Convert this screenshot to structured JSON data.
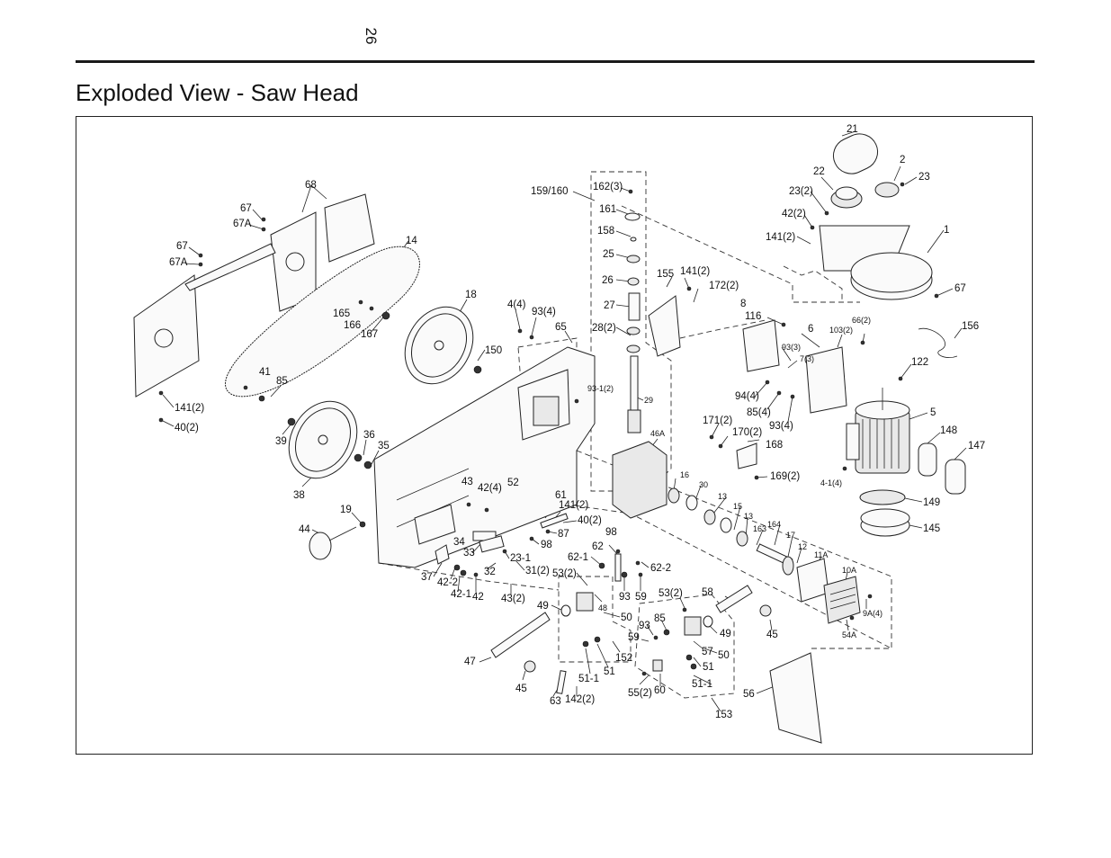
{
  "page": {
    "number": "26",
    "title": "Exploded View - Saw Head"
  },
  "callouts": [
    {
      "id": "c21",
      "text": "21"
    },
    {
      "id": "c2",
      "text": "2"
    },
    {
      "id": "c23",
      "text": "23"
    },
    {
      "id": "c22",
      "text": "22"
    },
    {
      "id": "c23_2",
      "text": "23(2)"
    },
    {
      "id": "c42_2",
      "text": "42(2)"
    },
    {
      "id": "c141_2a",
      "text": "141(2)"
    },
    {
      "id": "c1",
      "text": "1"
    },
    {
      "id": "c67a",
      "text": "67"
    },
    {
      "id": "c156",
      "text": "156"
    },
    {
      "id": "c122",
      "text": "122"
    },
    {
      "id": "c5",
      "text": "5"
    },
    {
      "id": "c148",
      "text": "148"
    },
    {
      "id": "c147",
      "text": "147"
    },
    {
      "id": "c149",
      "text": "149"
    },
    {
      "id": "c145",
      "text": "145"
    },
    {
      "id": "c4_1_4",
      "text": "4-1(4)"
    },
    {
      "id": "c103_2",
      "text": "103(2)"
    },
    {
      "id": "c66_2",
      "text": "66(2)"
    },
    {
      "id": "c6",
      "text": "6"
    },
    {
      "id": "c7_3",
      "text": "7(3)"
    },
    {
      "id": "c93_3",
      "text": "93(3)"
    },
    {
      "id": "c116",
      "text": "116"
    },
    {
      "id": "c8",
      "text": "8"
    },
    {
      "id": "c94_4",
      "text": "94(4)"
    },
    {
      "id": "c85_4",
      "text": "85(4)"
    },
    {
      "id": "c93_4b",
      "text": "93(4)"
    },
    {
      "id": "c171_2",
      "text": "171(2)"
    },
    {
      "id": "c170_2",
      "text": "170(2)"
    },
    {
      "id": "c168",
      "text": "168"
    },
    {
      "id": "c169_2",
      "text": "169(2)"
    },
    {
      "id": "c159_160",
      "text": "159/160"
    },
    {
      "id": "c162_3",
      "text": "162(3)"
    },
    {
      "id": "c161",
      "text": "161"
    },
    {
      "id": "c158",
      "text": "158"
    },
    {
      "id": "c25",
      "text": "25"
    },
    {
      "id": "c26",
      "text": "26"
    },
    {
      "id": "c27",
      "text": "27"
    },
    {
      "id": "c28_2",
      "text": "28(2)"
    },
    {
      "id": "c155",
      "text": "155"
    },
    {
      "id": "c141_2b",
      "text": "141(2)"
    },
    {
      "id": "c172_2",
      "text": "172(2)"
    },
    {
      "id": "c29",
      "text": "29"
    },
    {
      "id": "c46a",
      "text": "46A"
    },
    {
      "id": "c93_1_2",
      "text": "93-1(2)"
    },
    {
      "id": "c16",
      "text": "16"
    },
    {
      "id": "c30",
      "text": "30"
    },
    {
      "id": "c13a",
      "text": "13"
    },
    {
      "id": "c15",
      "text": "15"
    },
    {
      "id": "c13b",
      "text": "13"
    },
    {
      "id": "c163",
      "text": "163"
    },
    {
      "id": "c164",
      "text": "164"
    },
    {
      "id": "c17",
      "text": "17"
    },
    {
      "id": "c12",
      "text": "12"
    },
    {
      "id": "c11a",
      "text": "11A"
    },
    {
      "id": "c10a",
      "text": "10A"
    },
    {
      "id": "c9a_4",
      "text": "9A(4)"
    },
    {
      "id": "c54a",
      "text": "54A"
    },
    {
      "id": "c68",
      "text": "68"
    },
    {
      "id": "c67b",
      "text": "67"
    },
    {
      "id": "c67a_a",
      "text": "67A"
    },
    {
      "id": "c67c",
      "text": "67"
    },
    {
      "id": "c67a_b",
      "text": "67A"
    },
    {
      "id": "c14",
      "text": "14"
    },
    {
      "id": "c165",
      "text": "165"
    },
    {
      "id": "c166",
      "text": "166"
    },
    {
      "id": "c167",
      "text": "167"
    },
    {
      "id": "c18",
      "text": "18"
    },
    {
      "id": "c150",
      "text": "150"
    },
    {
      "id": "c4_4",
      "text": "4(4)"
    },
    {
      "id": "c93_4a",
      "text": "93(4)"
    },
    {
      "id": "c65",
      "text": "65"
    },
    {
      "id": "c41",
      "text": "41"
    },
    {
      "id": "c85a",
      "text": "85"
    },
    {
      "id": "c141_2c",
      "text": "141(2)"
    },
    {
      "id": "c40_2a",
      "text": "40(2)"
    },
    {
      "id": "c39",
      "text": "39"
    },
    {
      "id": "c36",
      "text": "36"
    },
    {
      "id": "c35",
      "text": "35"
    },
    {
      "id": "c38",
      "text": "38"
    },
    {
      "id": "c19",
      "text": "19"
    },
    {
      "id": "c44",
      "text": "44"
    },
    {
      "id": "c43",
      "text": "43"
    },
    {
      "id": "c42_4",
      "text": "42(4)"
    },
    {
      "id": "c52",
      "text": "52"
    },
    {
      "id": "c61",
      "text": "61"
    },
    {
      "id": "c141_2d",
      "text": "141(2)"
    },
    {
      "id": "c40_2b",
      "text": "40(2)"
    },
    {
      "id": "c87",
      "text": "87"
    },
    {
      "id": "c98a",
      "text": "98"
    },
    {
      "id": "c98b",
      "text": "98"
    },
    {
      "id": "c34",
      "text": "34"
    },
    {
      "id": "c33",
      "text": "33"
    },
    {
      "id": "c23_1",
      "text": "23-1"
    },
    {
      "id": "c31_2",
      "text": "31(2)"
    },
    {
      "id": "c32",
      "text": "32"
    },
    {
      "id": "c37",
      "text": "37"
    },
    {
      "id": "c42_2b",
      "text": "42-2"
    },
    {
      "id": "c42_1",
      "text": "42-1"
    },
    {
      "id": "c42",
      "text": "42"
    },
    {
      "id": "c43_2",
      "text": "43(2)"
    },
    {
      "id": "c62",
      "text": "62"
    },
    {
      "id": "c62_1",
      "text": "62-1"
    },
    {
      "id": "c62_2",
      "text": "62-2"
    },
    {
      "id": "c53_2a",
      "text": "53(2)"
    },
    {
      "id": "c93a",
      "text": "93"
    },
    {
      "id": "c59a",
      "text": "59"
    },
    {
      "id": "c48",
      "text": "48"
    },
    {
      "id": "c49a",
      "text": "49"
    },
    {
      "id": "c50a",
      "text": "50"
    },
    {
      "id": "c51_1a",
      "text": "51-1"
    },
    {
      "id": "c51a",
      "text": "51"
    },
    {
      "id": "c152",
      "text": "152"
    },
    {
      "id": "c47",
      "text": "47"
    },
    {
      "id": "c45a",
      "text": "45"
    },
    {
      "id": "c63",
      "text": "63"
    },
    {
      "id": "c142_2",
      "text": "142(2)"
    },
    {
      "id": "c53_2b",
      "text": "53(2)"
    },
    {
      "id": "c58",
      "text": "58"
    },
    {
      "id": "c93b",
      "text": "93"
    },
    {
      "id": "c85b",
      "text": "85"
    },
    {
      "id": "c59b",
      "text": "59"
    },
    {
      "id": "c49b",
      "text": "49"
    },
    {
      "id": "c57",
      "text": "57"
    },
    {
      "id": "c50b",
      "text": "50"
    },
    {
      "id": "c51b",
      "text": "51"
    },
    {
      "id": "c55_2",
      "text": "55(2)"
    },
    {
      "id": "c60",
      "text": "60"
    },
    {
      "id": "c51_1b",
      "text": "51-1"
    },
    {
      "id": "c153",
      "text": "153"
    },
    {
      "id": "c45b",
      "text": "45"
    },
    {
      "id": "c56",
      "text": "56"
    }
  ]
}
